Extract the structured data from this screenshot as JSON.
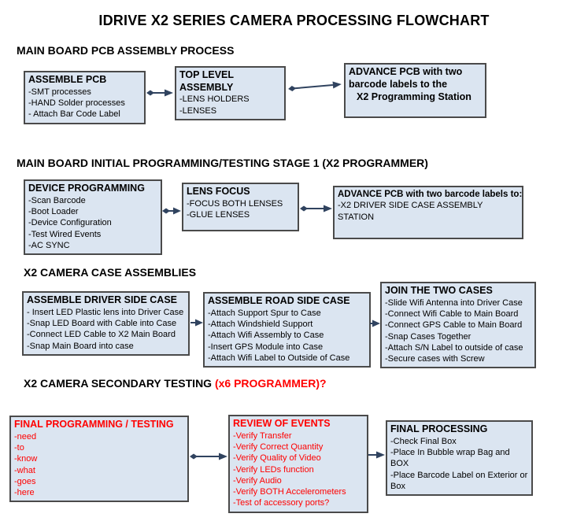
{
  "title": "IDRIVE X2  SERIES CAMERA PROCESSING FLOWCHART",
  "colors": {
    "box-fill": "#dbe5f1",
    "box-border": "#4a4a4a",
    "red": "#ff0000",
    "arrow": "#30435f"
  },
  "sections": [
    {
      "header": "MAIN BOARD PCB ASSEMBLY PROCESS",
      "boxes": [
        {
          "title": "ASSEMBLE PCB",
          "items": [
            "-SMT processes",
            "-HAND Solder processes",
            "- Attach Bar Code Label"
          ]
        },
        {
          "title": "TOP LEVEL ASSEMBLY",
          "items": [
            "-LENS HOLDERS",
            "-LENSES"
          ]
        },
        {
          "title": "ADVANCE PCB with two barcode labels to the",
          "items": [
            "X2 Programming Station"
          ]
        }
      ]
    },
    {
      "header": "MAIN BOARD INITIAL PROGRAMMING/TESTING STAGE 1 (X2 PROGRAMMER)",
      "boxes": [
        {
          "title": "DEVICE PROGRAMMING",
          "items": [
            "-Scan Barcode",
            "-Boot Loader",
            "-Device Configuration",
            "-Test Wired Events",
            "-AC SYNC"
          ]
        },
        {
          "title": "LENS FOCUS",
          "items": [
            "-FOCUS BOTH LENSES",
            "-GLUE LENSES"
          ]
        },
        {
          "title": "ADVANCE PCB with two barcode labels to:",
          "items": [
            "-X2 DRIVER  SIDE  CASE  ASSEMBLY STATION"
          ]
        }
      ]
    },
    {
      "header": "X2 CAMERA CASE ASSEMBLIES",
      "boxes": [
        {
          "title": "ASSEMBLE DRIVER SIDE CASE",
          "items": [
            "- Insert LED Plastic lens into Driver Case",
            "-Snap LED Board with Cable into Case",
            "-Connect LED Cable to X2 Main Board",
            "-Snap Main Board into case"
          ]
        },
        {
          "title": "ASSEMBLE ROAD SIDE CASE",
          "items": [
            "-Attach Support Spur to Case",
            "-Attach Windshield Support",
            "-Attach Wifi Assembly to Case",
            "-Insert GPS Module into Case",
            "-Attach Wifi Label to Outside of Case"
          ]
        },
        {
          "title": "JOIN THE TWO CASES",
          "items": [
            "-Slide Wifi Antenna into Driver Case",
            "-Connect Wifi Cable to Main Board",
            "-Connect GPS Cable to Main Board",
            "-Snap Cases Together",
            "-Attach S/N Label to outside of case",
            "-Secure cases with Screw"
          ]
        }
      ]
    },
    {
      "header": "X2 CAMERA SECONDARY TESTING",
      "header_red": "(x6 PROGRAMMER)?",
      "boxes": [
        {
          "title": "FINAL PROGRAMMING / TESTING",
          "items": [
            "-need",
            "-to",
            "-know",
            "-what",
            "-goes",
            "-here"
          ]
        },
        {
          "title": "REVIEW OF EVENTS",
          "items": [
            "-Verify Transfer",
            "-Verify Correct Quantity",
            "-Verify Quality of Video",
            "-Verify LEDs function",
            "-Verify Audio",
            "-Verify BOTH Accelerometers",
            "-Test of accessory ports?"
          ]
        },
        {
          "title": "FINAL PROCESSING",
          "items": [
            "-Check Final Box",
            "-Place In Bubble wrap Bag and BOX",
            "-Place Barcode Label on Exterior or Box"
          ]
        }
      ]
    }
  ]
}
